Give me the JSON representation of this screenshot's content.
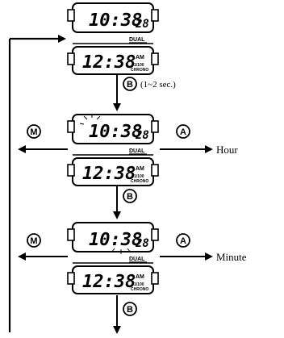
{
  "watches": [
    {
      "top_time": "10:38",
      "top_seconds": "28",
      "mode_label": "DUAL",
      "bottom_time": "12:38",
      "ampm": "AM",
      "chrono_label": "1/100",
      "chrono_sub": "CHRONO"
    },
    {
      "top_time": "10:38",
      "top_seconds": "28",
      "mode_label": "DUAL",
      "bottom_time": "12:38",
      "ampm": "AM",
      "chrono_label": "1/100",
      "chrono_sub": "CHRONO",
      "flashing": "hour"
    },
    {
      "top_time": "10:38",
      "top_seconds": "28",
      "mode_label": "DUAL",
      "bottom_time": "12:38",
      "ampm": "AM",
      "chrono_label": "1/100",
      "chrono_sub": "CHRONO",
      "flashing": "minute"
    }
  ],
  "steps": [
    {
      "button": "B",
      "note": "(1~2 sec.)"
    },
    {
      "button": "B",
      "note": ""
    },
    {
      "button": "B",
      "note": ""
    }
  ],
  "side_buttons": {
    "left": "M",
    "right": "A"
  },
  "results": [
    "Hour",
    "Minute"
  ]
}
